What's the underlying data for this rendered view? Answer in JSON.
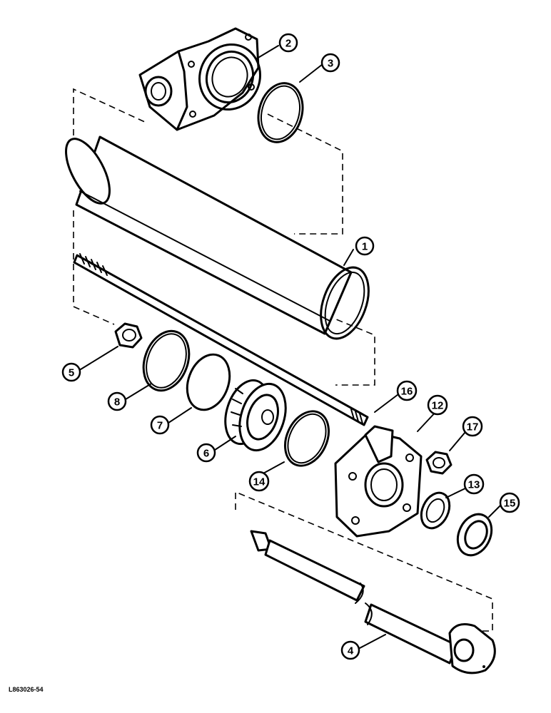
{
  "figure_ref": "L863026-54",
  "callouts": [
    {
      "name": "callout-1",
      "label": "1",
      "part": "cylinder-tube"
    },
    {
      "name": "callout-2",
      "label": "2",
      "part": "cylinder-head"
    },
    {
      "name": "callout-3",
      "label": "3",
      "part": "head-o-ring"
    },
    {
      "name": "callout-4",
      "label": "4",
      "part": "piston-rod"
    },
    {
      "name": "callout-5",
      "label": "5",
      "part": "nut"
    },
    {
      "name": "callout-6",
      "label": "6",
      "part": "piston"
    },
    {
      "name": "callout-7",
      "label": "7",
      "part": "backup-ring"
    },
    {
      "name": "callout-8",
      "label": "8",
      "part": "o-ring"
    },
    {
      "name": "callout-12",
      "label": "12",
      "part": "rod-end-cap"
    },
    {
      "name": "callout-13",
      "label": "13",
      "part": "wiper-seal"
    },
    {
      "name": "callout-14",
      "label": "14",
      "part": "o-ring"
    },
    {
      "name": "callout-15",
      "label": "15",
      "part": "rod-seal"
    },
    {
      "name": "callout-16",
      "label": "16",
      "part": "tie-rod"
    },
    {
      "name": "callout-17",
      "label": "17",
      "part": "nut"
    }
  ]
}
